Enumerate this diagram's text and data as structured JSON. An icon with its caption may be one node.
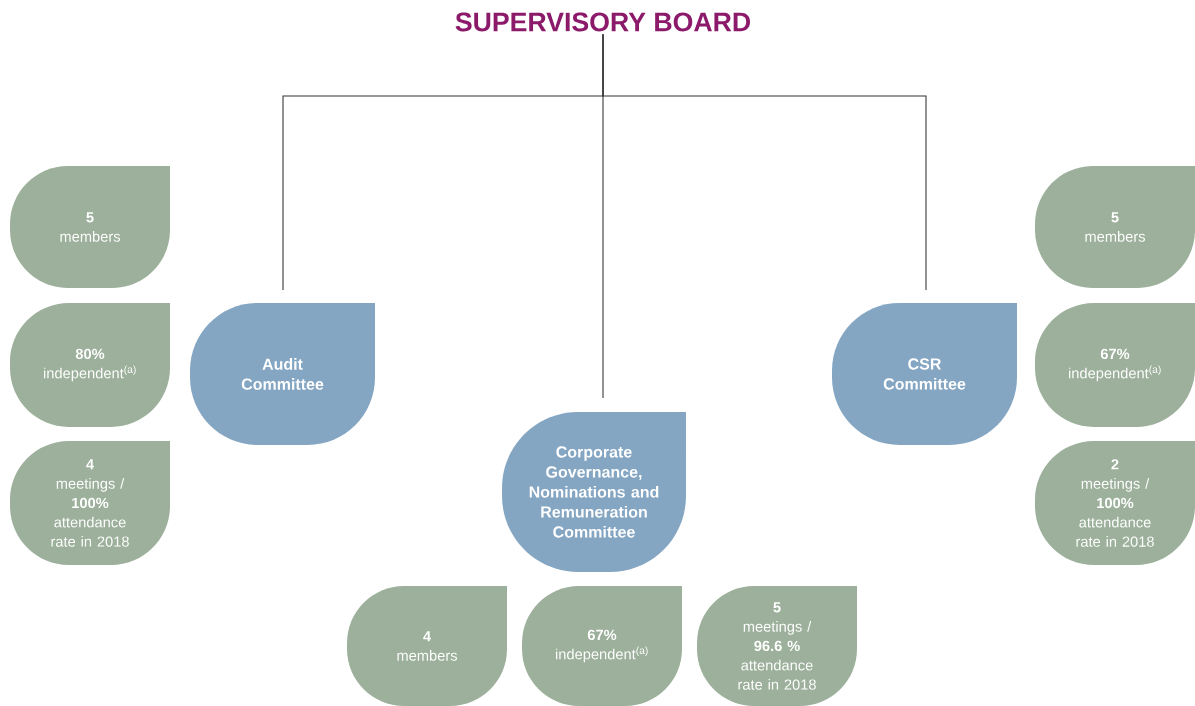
{
  "diagram": {
    "nodes": [
      {
        "text": [
          "SUPERVISORY BOARD"
        ]
      },
      {
        "text": [
          "Audit Committee"
        ]
      },
      {
        "text": [
          "Corporate Governance, Nominations and Remuneration Committee"
        ]
      },
      {
        "text": [
          "CSR Committee"
        ]
      },
      {
        "text": [
          "**5**",
          "members"
        ]
      },
      {
        "text": [
          "**80%**",
          "independent$^{(a)}$"
        ]
      },
      {
        "text": [
          "**4**",
          "meetings /",
          "**100%**",
          "attendance rate in 2018"
        ]
      },
      {
        "text": [
          "**4**",
          "members"
        ]
      },
      {
        "text": [
          "**67%**",
          "independent$^{(a)}$"
        ]
      },
      {
        "text": [
          "**5**",
          "meetings /",
          "**96.6 %**",
          "attendance rate in 2018"
        ]
      },
      {
        "text": [
          "**5**",
          "members"
        ]
      },
      {
        "text": [
          "**67%**",
          "independent$^{(a)}$"
        ]
      },
      {
        "text": [
          "**2**",
          "meetings /",
          "**100%**",
          "attendance rate in 2018"
        ]
      }
    ],
    "edges": [
      {
        "from": 0,
        "to": 1,
        "arrow": "none"
      },
      {
        "from": 0,
        "to": 2,
        "arrow": "none"
      },
      {
        "from": 0,
        "to": 3,
        "arrow": "none"
      }
    ]
  }
}
